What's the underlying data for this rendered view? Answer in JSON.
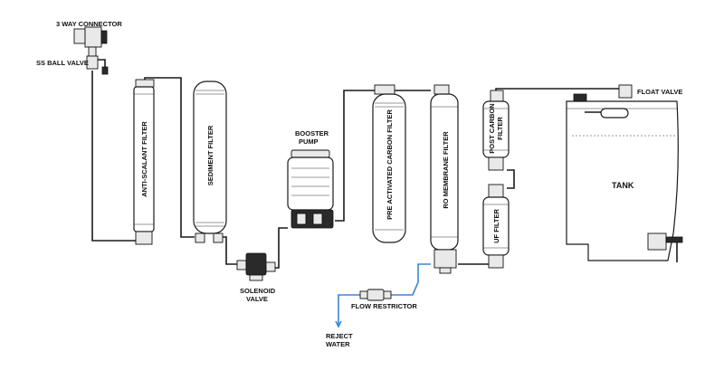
{
  "labels": {
    "three_way_connector": "3 WAY CONNECTOR",
    "ss_ball_valve": "SS BALL VALVE",
    "anti_scalant_filter": "ANTI-SCALANT FILTER",
    "sediment_filter": "SEDIMENT FILTER",
    "solenoid_valve_line1": "SOLENOID",
    "solenoid_valve_line2": "VALVE",
    "booster_pump_line1": "BOOSTER",
    "booster_pump_line2": "PUMP",
    "pre_activated_carbon_filter": "PRE ACTIVATED CARBON FILTER",
    "ro_membrane_filter": "RO MEMBRANE FILTER",
    "post_carbon_filter_line1": "POST CARBON",
    "post_carbon_filter_line2": "FILTER",
    "uf_filter": "UF FILTER",
    "float_valve": "FLOAT VALVE",
    "tank": "TANK",
    "flow_restrictor": "FLOW RESTRICTOR",
    "reject_water_line1": "REJECT",
    "reject_water_line2": "WATER"
  },
  "colors": {
    "line": "#1a1a1a",
    "reject_line": "#3b86d6",
    "component_fill": "#ffffff",
    "component_dark": "#2a2a2a"
  }
}
